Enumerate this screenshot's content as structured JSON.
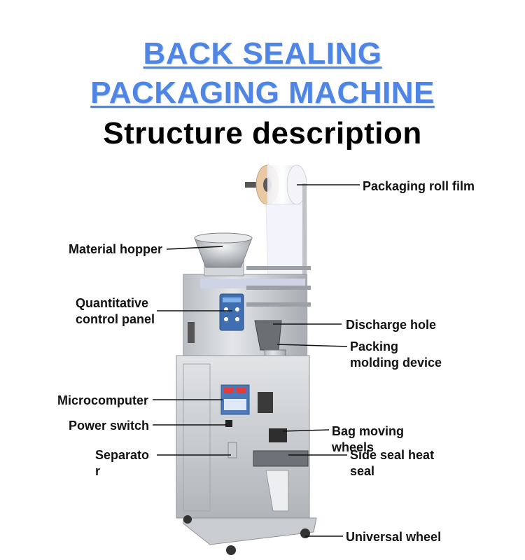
{
  "title": {
    "line1": "BACK SEALING",
    "line2": "PACKAGING MACHINE",
    "line3": "Structure description"
  },
  "labels": {
    "roll_film": "Packaging roll film",
    "hopper": "Material hopper",
    "control_panel": "Quantitative\ncontrol panel",
    "discharge": "Discharge hole",
    "molding": "Packing\nmolding device",
    "microcomputer": "Microcomputer",
    "power": "Power switch",
    "wheels": "Bag moving\nwheels",
    "separator": "Separato\nr",
    "side_seal": "Side seal heat\nseal",
    "universal": "Universal wheel"
  },
  "colors": {
    "title_blue": "#4f86e6",
    "steel_light": "#d9dcdf",
    "steel_dark": "#9aa0a5",
    "panel_blue": "#3f6fb0"
  }
}
